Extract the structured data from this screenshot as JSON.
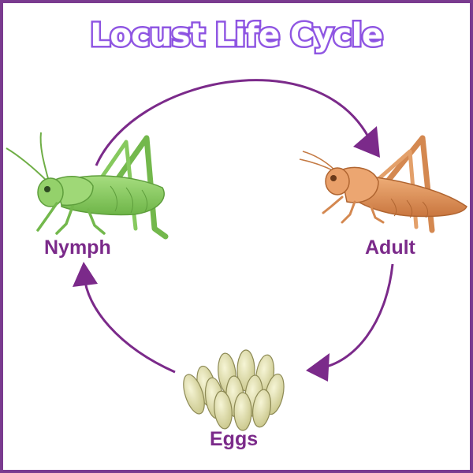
{
  "title": "Locust Life Cycle",
  "stages": {
    "nymph": "Nymph",
    "adult": "Adult",
    "eggs": "Eggs"
  },
  "colors": {
    "border": "#7a3b8f",
    "arrow": "#7b2a8a",
    "title_outline": "#8a4fe0",
    "label": "#7b2a8a",
    "nymph_body": "#8fd06a",
    "adult_body": "#e0935a",
    "egg": "#e5e3b0"
  },
  "icons": [
    "grasshopper-nymph-illustration",
    "grasshopper-adult-illustration",
    "egg-cluster-illustration"
  ]
}
